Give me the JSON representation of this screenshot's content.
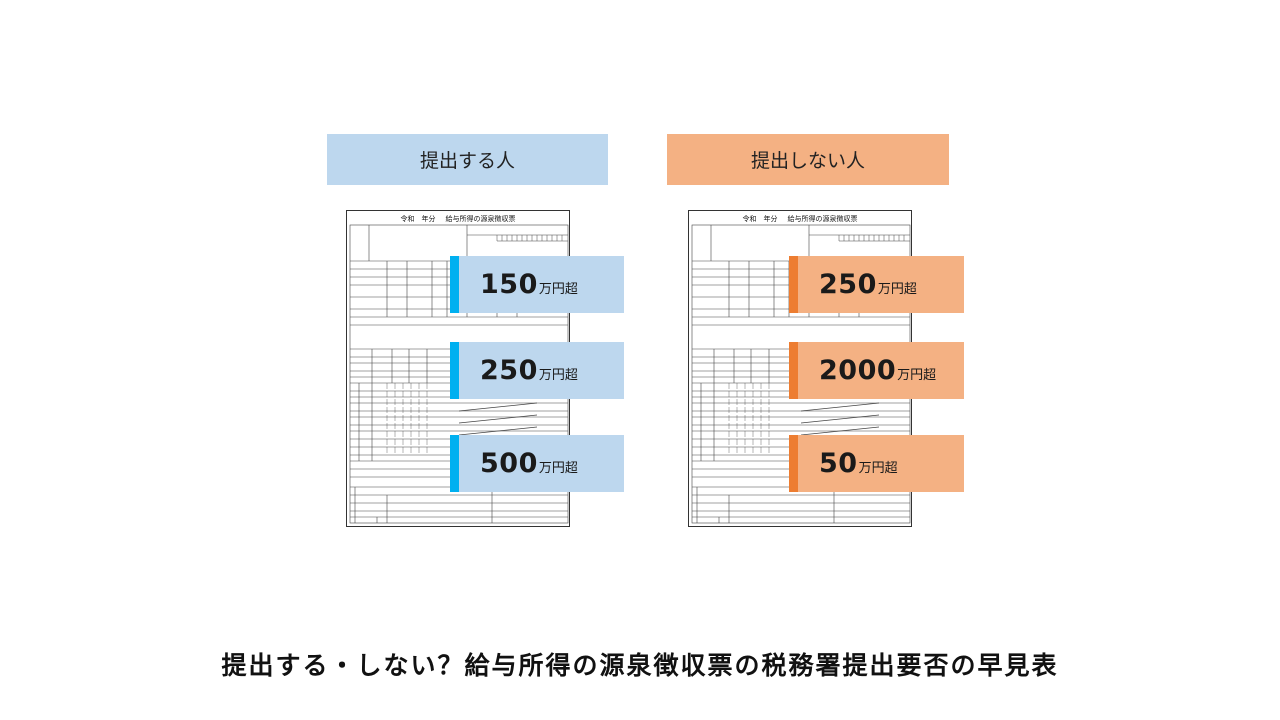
{
  "colors": {
    "blue": "#bdd7ee",
    "blue_accent": "#00b0f0",
    "orange": "#f4b183",
    "orange_accent": "#ed7d31"
  },
  "left": {
    "header": "提出する人",
    "doc_era": "令和　年分",
    "doc_title": "給与所得の源泉徴収票",
    "tags": [
      {
        "value": "150",
        "unit": "万円超"
      },
      {
        "value": "250",
        "unit": "万円超"
      },
      {
        "value": "500",
        "unit": "万円超"
      }
    ]
  },
  "right": {
    "header": "提出しない人",
    "doc_era": "令和　年分",
    "doc_title": "給与所得の源泉徴収票",
    "tags": [
      {
        "value": "250",
        "unit": "万円超"
      },
      {
        "value": "2000",
        "unit": "万円超"
      },
      {
        "value": "50",
        "unit": "万円超"
      }
    ]
  },
  "caption": "提出する・しない？給与所得の源泉徴収票の税務署提出要否の早見表"
}
